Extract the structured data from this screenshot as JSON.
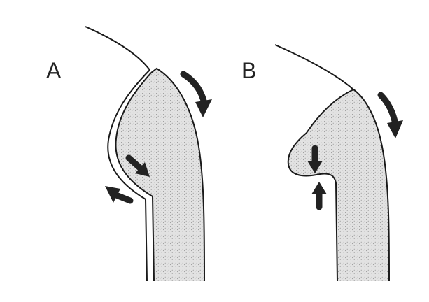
{
  "figure": {
    "panels": [
      {
        "id": "A",
        "label": "A"
      },
      {
        "id": "B",
        "label": "B"
      }
    ],
    "colors": {
      "background": "#ffffff",
      "outline": "#1a1a1a",
      "stipple_fill": "#e2e2e2",
      "stipple_dot": "#8a8a8a",
      "arrow": "#222222"
    }
  }
}
